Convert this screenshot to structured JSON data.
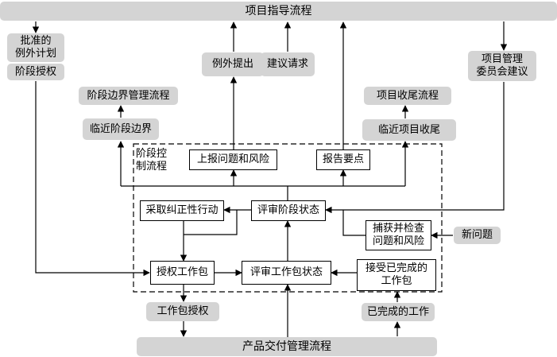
{
  "colors": {
    "process_fill": "#d4d4d4",
    "box_border": "#000000",
    "background": "#ffffff"
  },
  "top_bar": "项目指导流程",
  "bottom_bar": "产品交付管理流程",
  "left": {
    "approved_plan_l1": "批准的",
    "approved_plan_l2": "例外计划",
    "stage_auth": "阶段授权"
  },
  "right": {
    "board_advice_l1": "项目管理",
    "board_advice_l2": "委员会建议",
    "new_issue": "新问题"
  },
  "outputs": {
    "exception_raised": "例外提出",
    "request_advice": "建议请求",
    "stage_boundary_process": "阶段边界管理流程",
    "approaching_stage_end": "临近阶段边界",
    "project_closure_process": "项目收尾流程",
    "approaching_project_end": "临近项目收尾"
  },
  "control": {
    "group_label_l1": "阶段控",
    "group_label_l2": "制流程",
    "escalate": "上报问题和风险",
    "highlight_report": "报告要点",
    "corrective_action": "采取纠正性行动",
    "review_stage_status": "评审阶段状态",
    "capture_issues_l1": "捕获并检查",
    "capture_issues_l2": "问题和风险",
    "authorize_wp": "授权工作包",
    "review_wp_status": "评审工作包状态",
    "receive_wp_l1": "接受已完成的",
    "receive_wp_l2": "工作包"
  },
  "inputs": {
    "wp_authorization": "工作包授权",
    "completed_work": "已完成的工作"
  }
}
